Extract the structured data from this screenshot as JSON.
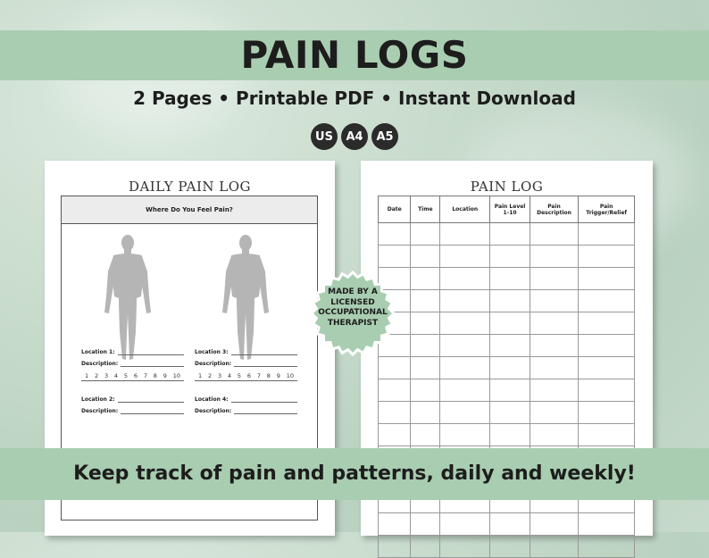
{
  "header": {
    "title": "PAIN LOGS",
    "subtitle": "2 Pages • Printable PDF • Instant Download",
    "badges": [
      "US",
      "A4",
      "A5"
    ]
  },
  "daily_log": {
    "title": "DAILY PAIN LOG",
    "question": "Where Do You Feel Pain?",
    "locations": [
      {
        "location_label": "Location 1:",
        "description_label": "Description:"
      },
      {
        "location_label": "Location 3:",
        "description_label": "Description:"
      },
      {
        "location_label": "Location 2:",
        "description_label": "Description:"
      },
      {
        "location_label": "Location 4:",
        "description_label": "Description:"
      }
    ],
    "scale": [
      "1",
      "2",
      "3",
      "4",
      "5",
      "6",
      "7",
      "8",
      "9",
      "10"
    ]
  },
  "pain_log": {
    "title": "PAIN LOG",
    "columns": [
      "Date",
      "Time",
      "Location",
      "Pain Level 1-10",
      "Pain Description",
      "Pain Trigger/Relief"
    ]
  },
  "stamp": {
    "text": "MADE BY A LICENSED OCCUPATIONAL THERAPIST"
  },
  "footer": {
    "tagline": "Keep track of pain and patterns, daily and weekly!"
  },
  "colors": {
    "band": "#a9cdb0",
    "badge": "#2b2b2b",
    "figure": "#b5b5b5"
  }
}
